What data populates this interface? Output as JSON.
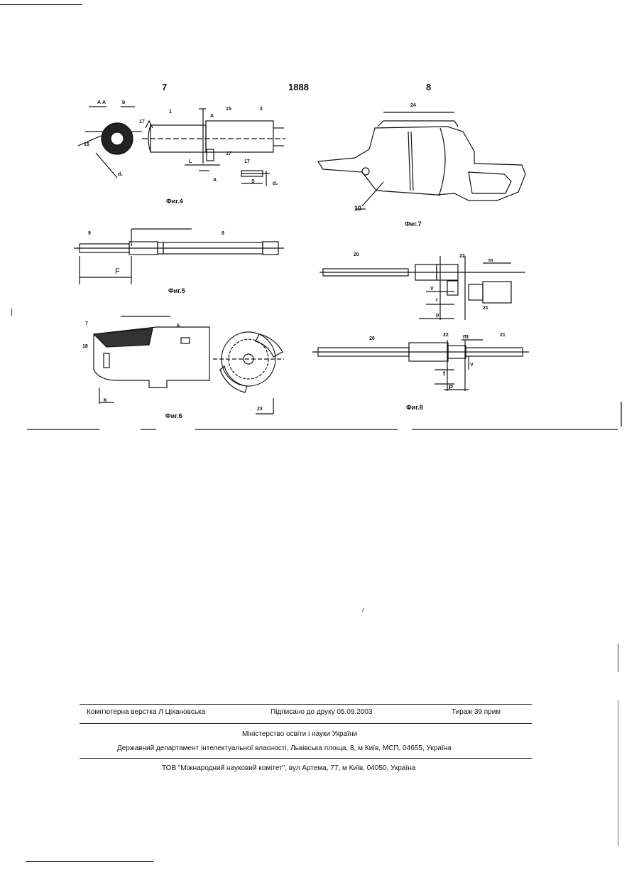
{
  "page_numbers": {
    "left": "7",
    "center": "1888",
    "right": "8"
  },
  "figures": {
    "fig4": {
      "caption": "Фиг.4",
      "labels": [
        "А А",
        "b",
        "17",
        "16",
        "d₁",
        "1",
        "А",
        "15",
        "2",
        "17",
        "L",
        "А",
        "17",
        "S",
        "d₂"
      ]
    },
    "fig5": {
      "caption": "Фиг.5",
      "labels": [
        "9",
        "8",
        "F"
      ]
    },
    "fig6": {
      "caption": "Фиг.6",
      "labels": [
        "7",
        "6",
        "18",
        "К",
        "23"
      ]
    },
    "fig7": {
      "caption": "Фиг.7",
      "labels": [
        "24",
        "10"
      ]
    },
    "fig8": {
      "caption": "Фиг.8",
      "labels": [
        "20",
        "22",
        "m",
        "V",
        "t",
        "21",
        "p",
        "20",
        "22",
        "m",
        "21",
        "V",
        "t",
        "P"
      ]
    }
  },
  "footer": {
    "row1": {
      "typesetting": "Комп'ютерна верстка Л Ціхановська",
      "signed": "Підписано до друку 05.09.2003",
      "print_run": "Тираж 39 прим"
    },
    "ministry": "Міністерство освіти і науки України",
    "department": "Державний департамент інтелектуальної власності, Львівська площа, 8, м  Київ, МСП, 04655, Україна",
    "publisher": "ТОВ \"Міжнародний науковий комітет\", вул  Артема, 77, м  Київ, 04050, Україна"
  }
}
